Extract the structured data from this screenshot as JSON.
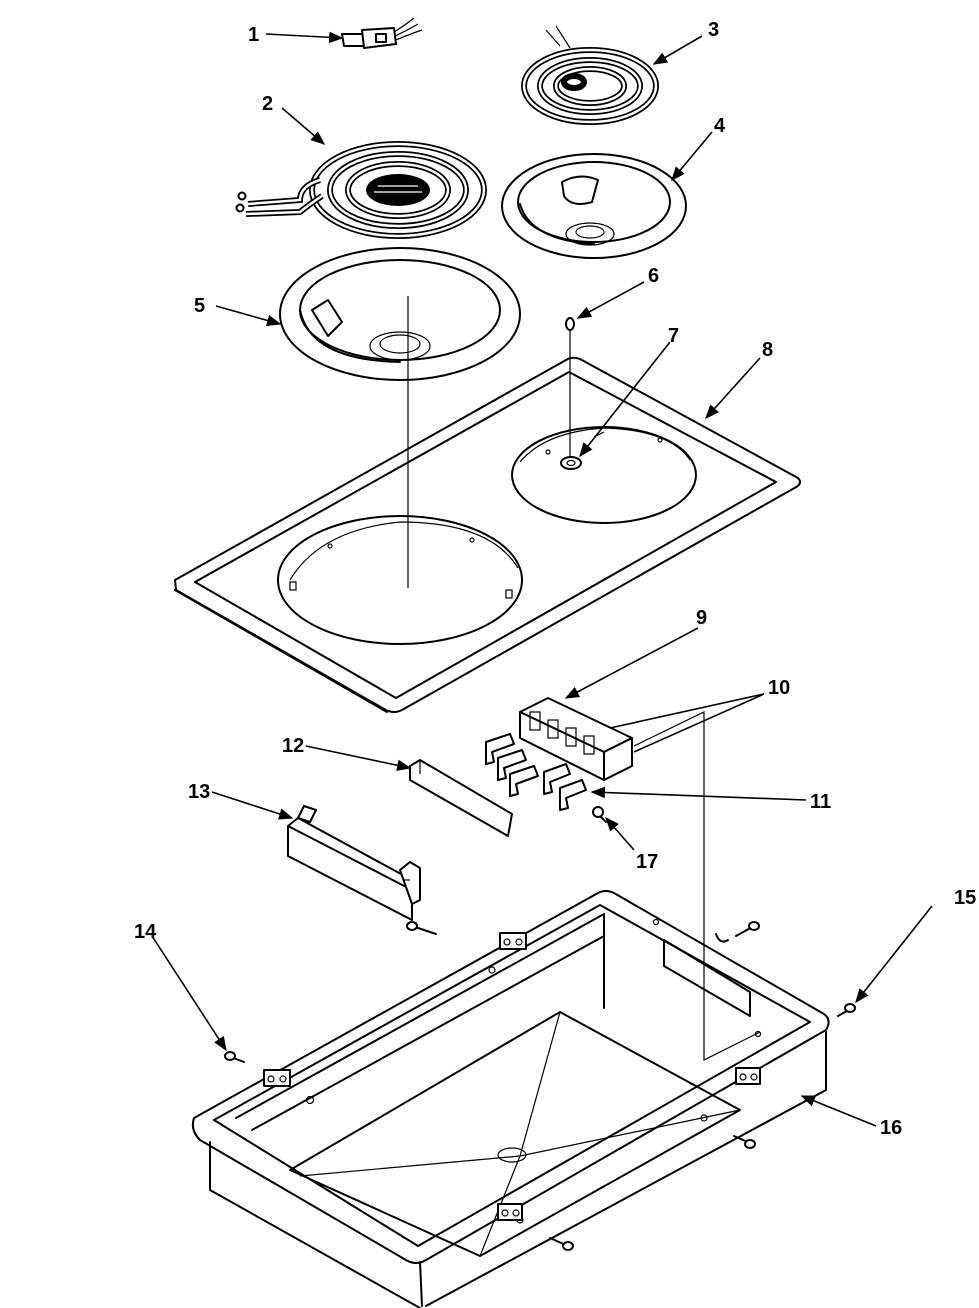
{
  "diagram": {
    "callouts": [
      {
        "id": "1",
        "label": "1"
      },
      {
        "id": "2",
        "label": "2"
      },
      {
        "id": "3",
        "label": "3"
      },
      {
        "id": "4",
        "label": "4"
      },
      {
        "id": "5",
        "label": "5"
      },
      {
        "id": "6",
        "label": "6"
      },
      {
        "id": "7",
        "label": "7"
      },
      {
        "id": "8",
        "label": "8"
      },
      {
        "id": "9",
        "label": "9"
      },
      {
        "id": "10",
        "label": "10"
      },
      {
        "id": "11",
        "label": "11"
      },
      {
        "id": "12",
        "label": "12"
      },
      {
        "id": "13",
        "label": "13"
      },
      {
        "id": "14",
        "label": "14"
      },
      {
        "id": "15",
        "label": "15"
      },
      {
        "id": "16",
        "label": "16"
      },
      {
        "id": "17",
        "label": "17"
      }
    ],
    "parts": [
      "connector",
      "large-surface-element",
      "small-surface-element",
      "small-drip-bowl",
      "large-drip-bowl",
      "screw-6",
      "clip-7",
      "cooktop-panel",
      "terminal-block",
      "terminals",
      "terminal",
      "shield",
      "bracket",
      "screw-14",
      "screw-15",
      "burner-box",
      "screw-17"
    ]
  }
}
